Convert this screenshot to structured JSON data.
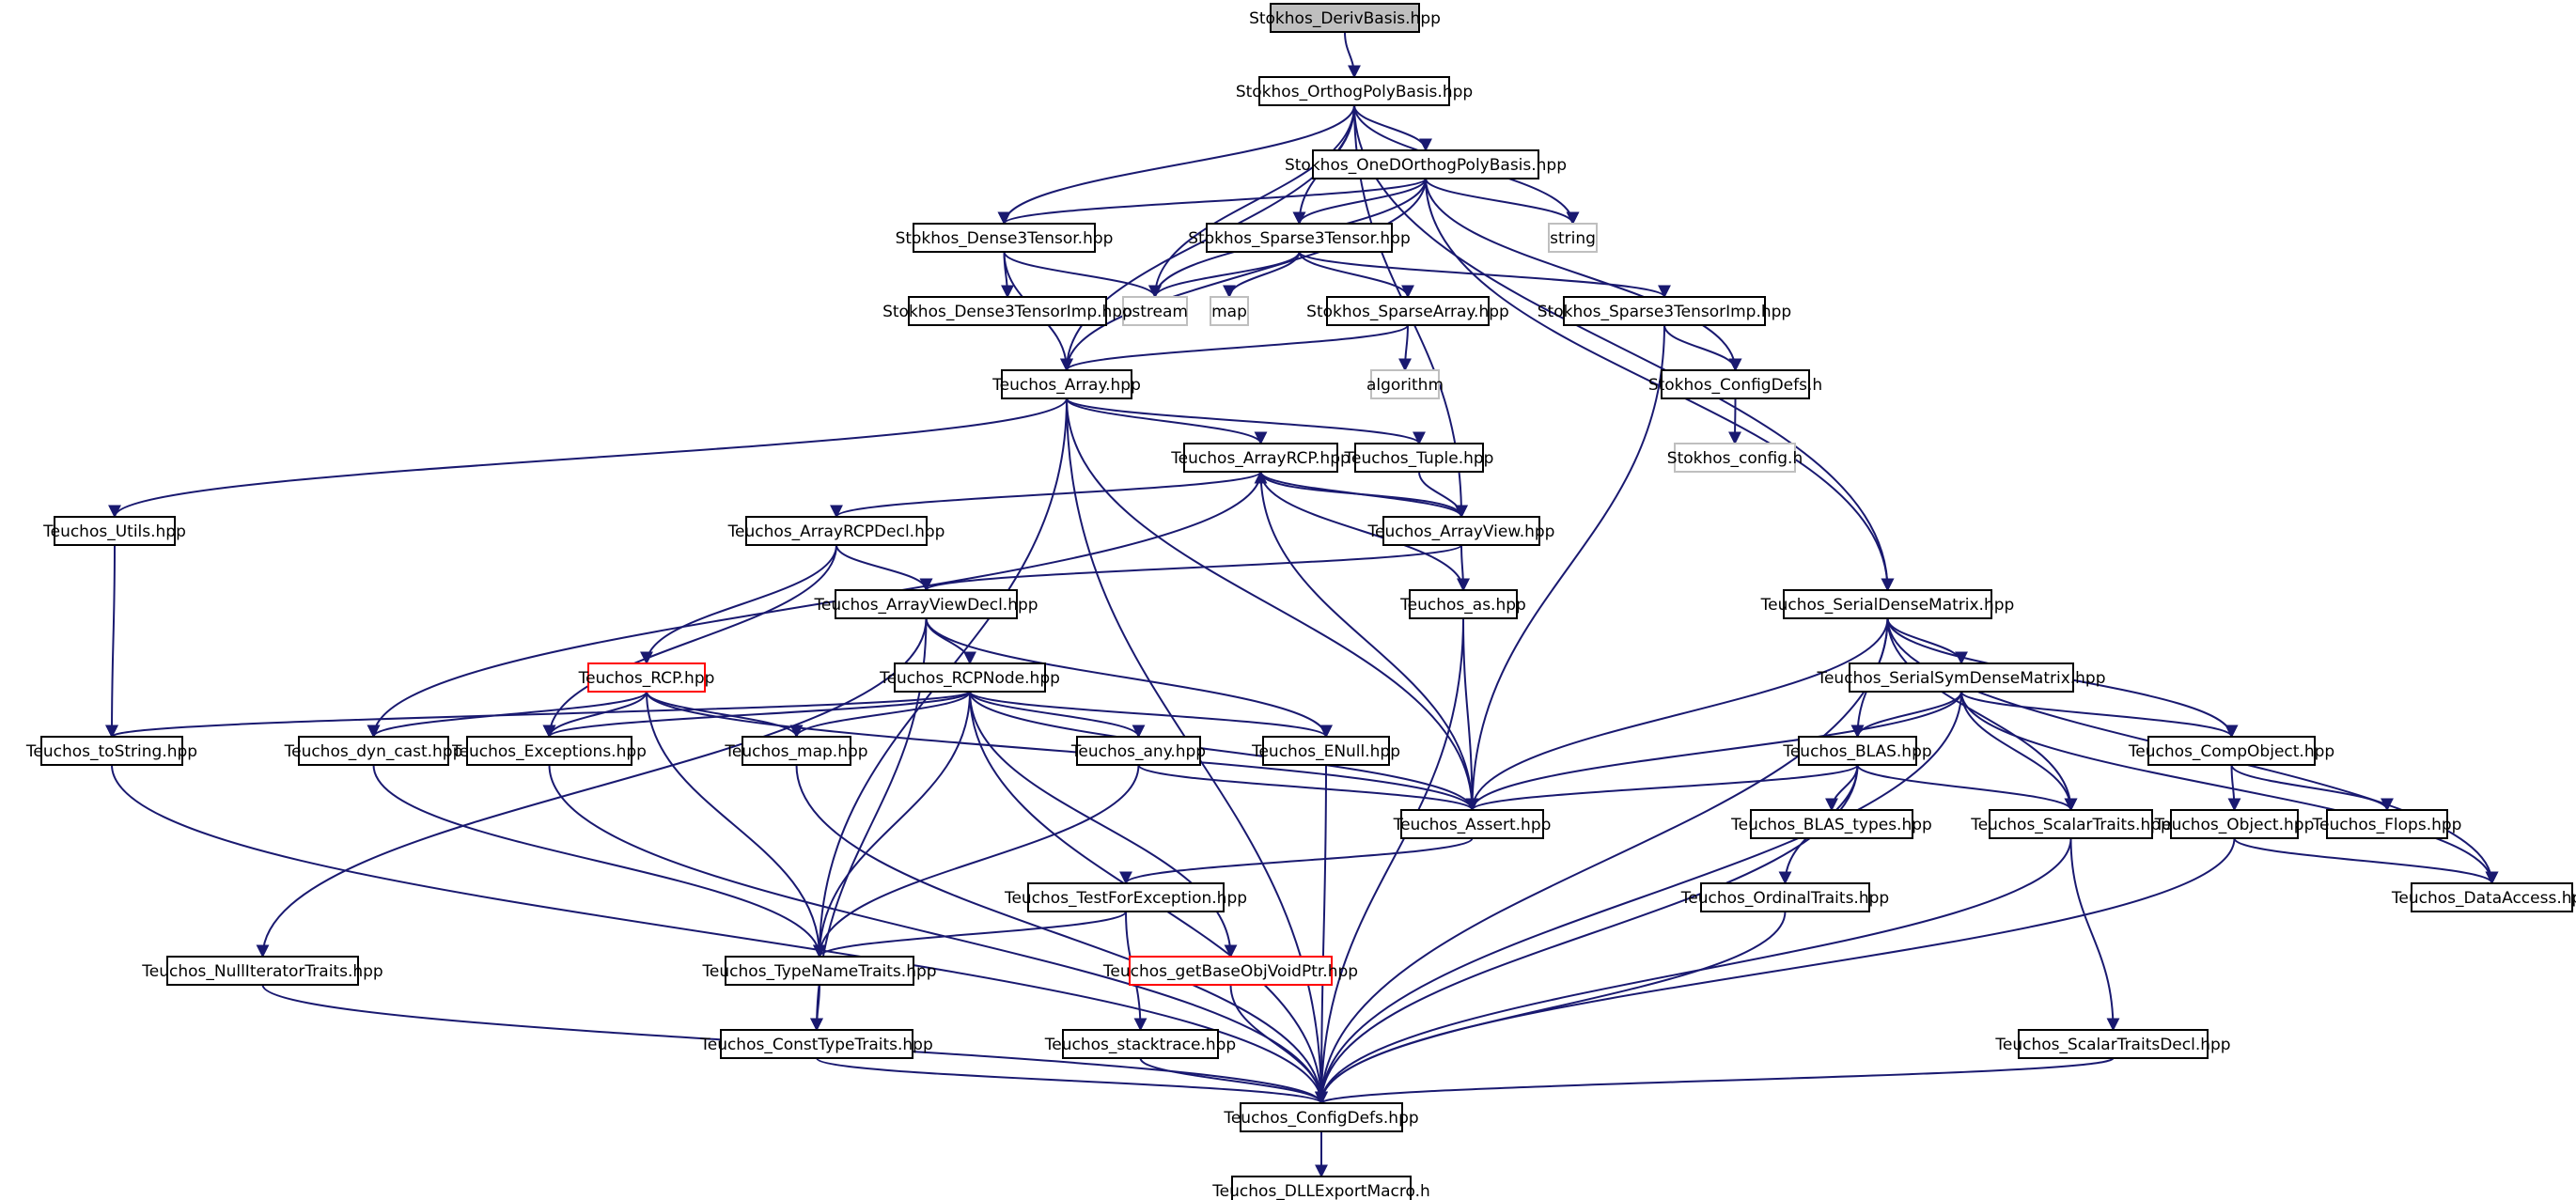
{
  "graph": {
    "nodes": [
      {
        "id": "deriv",
        "label": "Stokhos_DerivBasis.hpp",
        "kind": "root"
      },
      {
        "id": "orthopoly",
        "label": "Stokhos_OrthogPolyBasis.hpp",
        "kind": "normal"
      },
      {
        "id": "onedortho",
        "label": "Stokhos_OneDOrthogPolyBasis.hpp",
        "kind": "normal"
      },
      {
        "id": "string",
        "label": "string",
        "kind": "system"
      },
      {
        "id": "dense3",
        "label": "Stokhos_Dense3Tensor.hpp",
        "kind": "normal"
      },
      {
        "id": "sparse3",
        "label": "Stokhos_Sparse3Tensor.hpp",
        "kind": "normal"
      },
      {
        "id": "ostream",
        "label": "ostream",
        "kind": "system"
      },
      {
        "id": "map",
        "label": "map",
        "kind": "system"
      },
      {
        "id": "dense3imp",
        "label": "Stokhos_Dense3TensorImp.hpp",
        "kind": "normal"
      },
      {
        "id": "sparsearray",
        "label": "Stokhos_SparseArray.hpp",
        "kind": "normal"
      },
      {
        "id": "sparse3imp",
        "label": "Stokhos_Sparse3TensorImp.hpp",
        "kind": "normal"
      },
      {
        "id": "algorithm",
        "label": "algorithm",
        "kind": "system"
      },
      {
        "id": "configdefs_s",
        "label": "Stokhos_ConfigDefs.h",
        "kind": "normal"
      },
      {
        "id": "stokhosconfig",
        "label": "Stokhos_config.h",
        "kind": "system"
      },
      {
        "id": "tarray",
        "label": "Teuchos_Array.hpp",
        "kind": "normal"
      },
      {
        "id": "arrayrcp",
        "label": "Teuchos_ArrayRCP.hpp",
        "kind": "normal"
      },
      {
        "id": "tuple",
        "label": "Teuchos_Tuple.hpp",
        "kind": "normal"
      },
      {
        "id": "utils",
        "label": "Teuchos_Utils.hpp",
        "kind": "normal"
      },
      {
        "id": "arrayrcpdecl",
        "label": "Teuchos_ArrayRCPDecl.hpp",
        "kind": "normal"
      },
      {
        "id": "arrayview",
        "label": "Teuchos_ArrayView.hpp",
        "kind": "normal"
      },
      {
        "id": "arrayviewdecl",
        "label": "Teuchos_ArrayViewDecl.hpp",
        "kind": "normal"
      },
      {
        "id": "as",
        "label": "Teuchos_as.hpp",
        "kind": "normal"
      },
      {
        "id": "serialdense",
        "label": "Teuchos_SerialDenseMatrix.hpp",
        "kind": "normal"
      },
      {
        "id": "rcp",
        "label": "Teuchos_RCP.hpp",
        "kind": "truncated"
      },
      {
        "id": "rcpnode",
        "label": "Teuchos_RCPNode.hpp",
        "kind": "normal"
      },
      {
        "id": "serialsym",
        "label": "Teuchos_SerialSymDenseMatrix.hpp",
        "kind": "normal"
      },
      {
        "id": "tostring",
        "label": "Teuchos_toString.hpp",
        "kind": "normal"
      },
      {
        "id": "dyncast",
        "label": "Teuchos_dyn_cast.hpp",
        "kind": "normal"
      },
      {
        "id": "exceptions",
        "label": "Teuchos_Exceptions.hpp",
        "kind": "normal"
      },
      {
        "id": "tmap",
        "label": "Teuchos_map.hpp",
        "kind": "normal"
      },
      {
        "id": "any",
        "label": "Teuchos_any.hpp",
        "kind": "normal"
      },
      {
        "id": "enull",
        "label": "Teuchos_ENull.hpp",
        "kind": "normal"
      },
      {
        "id": "blas",
        "label": "Teuchos_BLAS.hpp",
        "kind": "normal"
      },
      {
        "id": "compobject",
        "label": "Teuchos_CompObject.hpp",
        "kind": "normal"
      },
      {
        "id": "assert",
        "label": "Teuchos_Assert.hpp",
        "kind": "normal"
      },
      {
        "id": "blastypes",
        "label": "Teuchos_BLAS_types.hpp",
        "kind": "normal"
      },
      {
        "id": "scalartraits",
        "label": "Teuchos_ScalarTraits.hpp",
        "kind": "normal"
      },
      {
        "id": "object",
        "label": "Teuchos_Object.hpp",
        "kind": "normal"
      },
      {
        "id": "flops",
        "label": "Teuchos_Flops.hpp",
        "kind": "normal"
      },
      {
        "id": "testforexc",
        "label": "Teuchos_TestForException.hpp",
        "kind": "normal"
      },
      {
        "id": "ordinaltraits",
        "label": "Teuchos_OrdinalTraits.hpp",
        "kind": "normal"
      },
      {
        "id": "dataaccess",
        "label": "Teuchos_DataAccess.hpp",
        "kind": "normal"
      },
      {
        "id": "nulliter",
        "label": "Teuchos_NullIteratorTraits.hpp",
        "kind": "normal"
      },
      {
        "id": "typenametraits",
        "label": "Teuchos_TypeNameTraits.hpp",
        "kind": "normal"
      },
      {
        "id": "getbaseobj",
        "label": "Teuchos_getBaseObjVoidPtr.hpp",
        "kind": "truncated"
      },
      {
        "id": "consttypetraits",
        "label": "Teuchos_ConstTypeTraits.hpp",
        "kind": "normal"
      },
      {
        "id": "stacktrace",
        "label": "Teuchos_stacktrace.hpp",
        "kind": "normal"
      },
      {
        "id": "scalartraitsdecl",
        "label": "Teuchos_ScalarTraitsDecl.hpp",
        "kind": "normal"
      },
      {
        "id": "configdefs_t",
        "label": "Teuchos_ConfigDefs.hpp",
        "kind": "normal"
      },
      {
        "id": "dllexport",
        "label": "Teuchos_DLLExportMacro.h",
        "kind": "normal"
      }
    ],
    "colors": {
      "edge": "#191970",
      "root_fill": "#bfbfbf",
      "system_border": "#bfbfbf",
      "truncated_border": "#ff0000"
    }
  }
}
